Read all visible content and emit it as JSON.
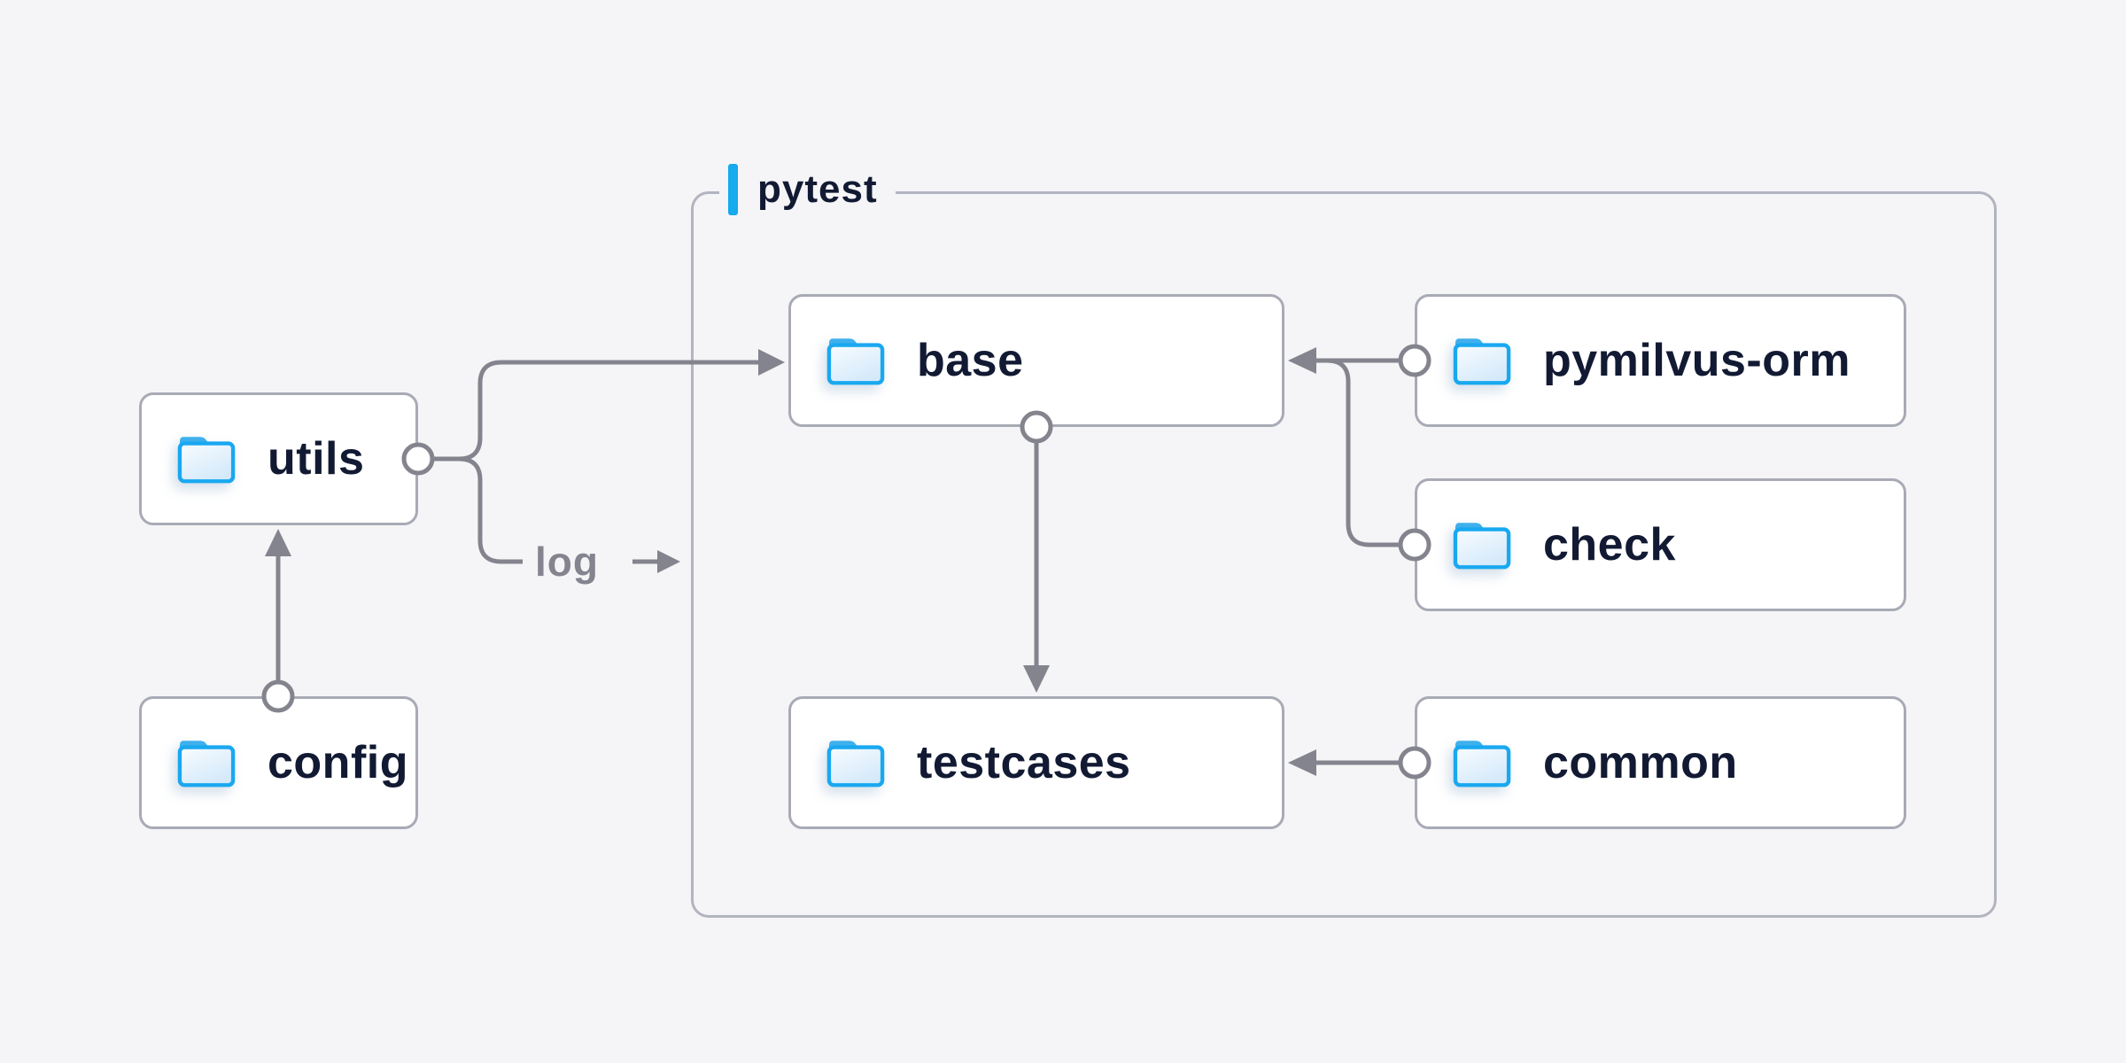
{
  "group": {
    "label": "pytest"
  },
  "nodes": {
    "utils": {
      "label": "utils"
    },
    "config": {
      "label": "config"
    },
    "base": {
      "label": "base"
    },
    "pymilvus_orm": {
      "label": "pymilvus-orm"
    },
    "check": {
      "label": "check"
    },
    "testcases": {
      "label": "testcases"
    },
    "common": {
      "label": "common"
    }
  },
  "edges": {
    "log_label": "log",
    "list": [
      {
        "from": "config",
        "to": "utils"
      },
      {
        "from": "utils",
        "to": "base"
      },
      {
        "from": "utils",
        "to": "log",
        "label": "log"
      },
      {
        "from": "pymilvus-orm",
        "to": "base"
      },
      {
        "from": "check",
        "to": "base"
      },
      {
        "from": "base",
        "to": "testcases"
      },
      {
        "from": "common",
        "to": "testcases"
      }
    ]
  },
  "icons": {
    "node_icon": "folder-icon"
  },
  "colors": {
    "background": "#f5f5f7",
    "accent_blue": "#16aaef",
    "folder_blue": "#19a8f0",
    "folder_tab": "#3fb0ec",
    "line_gray": "#84848e",
    "node_border": "#a8aab5",
    "group_border": "#b2b4bf",
    "text_dark": "#121a33",
    "node_background": "#ffffff"
  }
}
